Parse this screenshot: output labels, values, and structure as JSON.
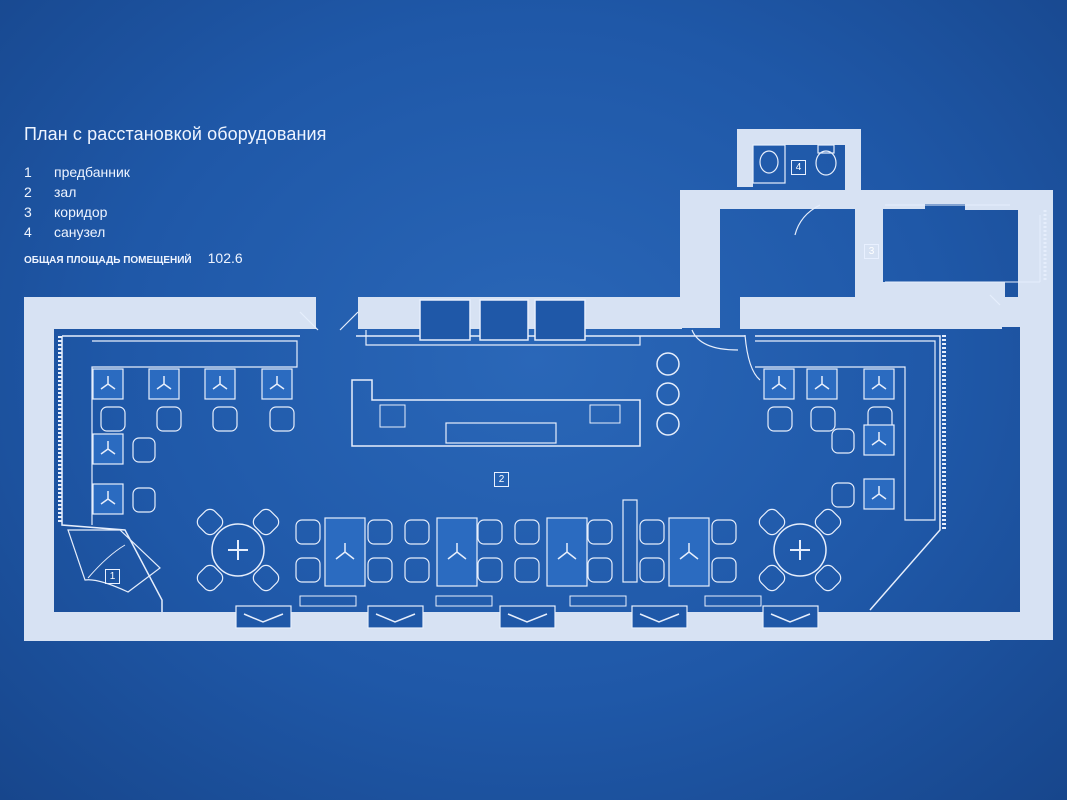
{
  "plan": {
    "title": "План с расстановкой оборудования",
    "legend": [
      {
        "num": "1",
        "label": "предбанник"
      },
      {
        "num": "2",
        "label": "зал"
      },
      {
        "num": "3",
        "label": "коридор"
      },
      {
        "num": "4",
        "label": "санузел"
      }
    ],
    "area_label": "ОБЩАЯ ПЛОЩАДЬ ПОМЕЩЕНИЙ",
    "area_value": "102.6",
    "room_tags": [
      "1",
      "2",
      "3",
      "4"
    ]
  },
  "colors": {
    "background": "#1f58a8",
    "wall": "#d7e2f3",
    "line": "#e6eefc"
  }
}
